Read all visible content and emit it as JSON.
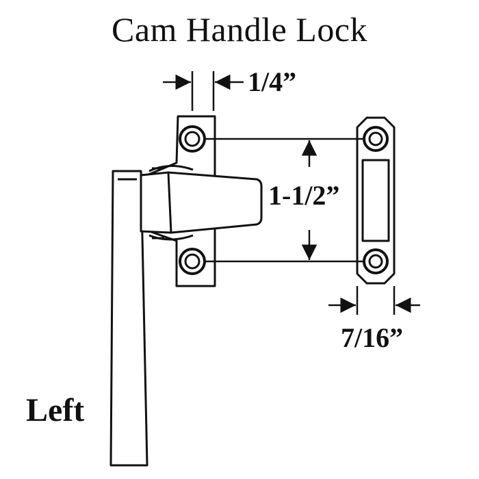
{
  "title": "Cam Handle Lock",
  "dimensions": {
    "hole_offset": "1/4”",
    "hole_spacing": "1-1/2”",
    "keeper_width": "7/16”"
  },
  "handedness": "Left",
  "colors": {
    "line": "#111111",
    "background": "#ffffff"
  }
}
